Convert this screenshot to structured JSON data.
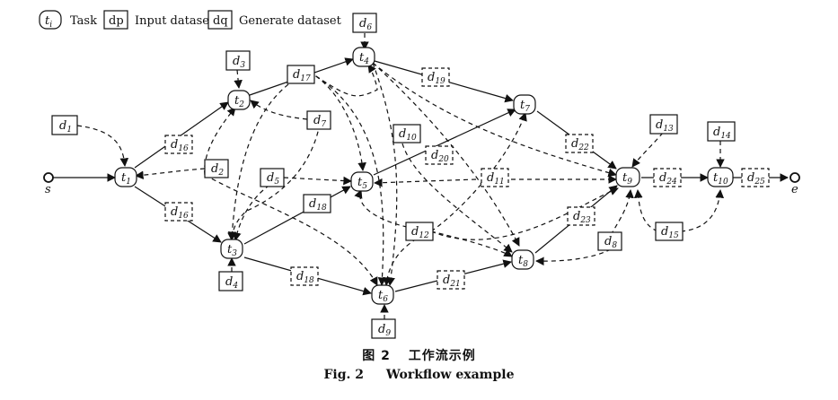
{
  "legend": {
    "task_symbol": "t",
    "task_sub": "i",
    "task_label": "Task",
    "input_symbol": "dp",
    "input_label": "Input dataset",
    "generate_symbol": "dq",
    "generate_label": "Generate dataset"
  },
  "caption": {
    "cn_num": "图 2",
    "cn_text": "工作流示例",
    "en_num": "Fig. 2",
    "en_text": "Workflow example"
  },
  "start_label": "s",
  "end_label": "e",
  "tasks": [
    {
      "id": "t1",
      "base": "t",
      "sub": "1"
    },
    {
      "id": "t2",
      "base": "t",
      "sub": "2"
    },
    {
      "id": "t3",
      "base": "t",
      "sub": "3"
    },
    {
      "id": "t4",
      "base": "t",
      "sub": "4"
    },
    {
      "id": "t5",
      "base": "t",
      "sub": "5"
    },
    {
      "id": "t6",
      "base": "t",
      "sub": "6"
    },
    {
      "id": "t7",
      "base": "t",
      "sub": "7"
    },
    {
      "id": "t8",
      "base": "t",
      "sub": "8"
    },
    {
      "id": "t9",
      "base": "t",
      "sub": "9"
    },
    {
      "id": "t10",
      "base": "t",
      "sub": "10"
    }
  ],
  "input_datasets": [
    {
      "id": "d1",
      "base": "d",
      "sub": "1"
    },
    {
      "id": "d3",
      "base": "d",
      "sub": "3"
    },
    {
      "id": "d4",
      "base": "d",
      "sub": "4"
    },
    {
      "id": "d6",
      "base": "d",
      "sub": "6"
    },
    {
      "id": "d9",
      "base": "d",
      "sub": "9"
    },
    {
      "id": "d13",
      "base": "d",
      "sub": "13"
    },
    {
      "id": "d14",
      "base": "d",
      "sub": "14"
    }
  ],
  "generated_datasets": [
    {
      "id": "d2",
      "base": "d",
      "sub": "2"
    },
    {
      "id": "d5",
      "base": "d",
      "sub": "5"
    },
    {
      "id": "d7",
      "base": "d",
      "sub": "7"
    },
    {
      "id": "d8",
      "base": "d",
      "sub": "8"
    },
    {
      "id": "d10",
      "base": "d",
      "sub": "10"
    },
    {
      "id": "d11",
      "base": "d",
      "sub": "11"
    },
    {
      "id": "d12",
      "base": "d",
      "sub": "12"
    },
    {
      "id": "d15",
      "base": "d",
      "sub": "15"
    },
    {
      "id": "d16a",
      "base": "d",
      "sub": "16"
    },
    {
      "id": "d16b",
      "base": "d",
      "sub": "16"
    },
    {
      "id": "d17",
      "base": "d",
      "sub": "17"
    },
    {
      "id": "d18a",
      "base": "d",
      "sub": "18"
    },
    {
      "id": "d18b",
      "base": "d",
      "sub": "18"
    },
    {
      "id": "d19",
      "base": "d",
      "sub": "19"
    },
    {
      "id": "d20",
      "base": "d",
      "sub": "20"
    },
    {
      "id": "d21",
      "base": "d",
      "sub": "21"
    },
    {
      "id": "d22",
      "base": "d",
      "sub": "22"
    },
    {
      "id": "d23",
      "base": "d",
      "sub": "23"
    },
    {
      "id": "d24",
      "base": "d",
      "sub": "24"
    },
    {
      "id": "d25",
      "base": "d",
      "sub": "25"
    }
  ]
}
